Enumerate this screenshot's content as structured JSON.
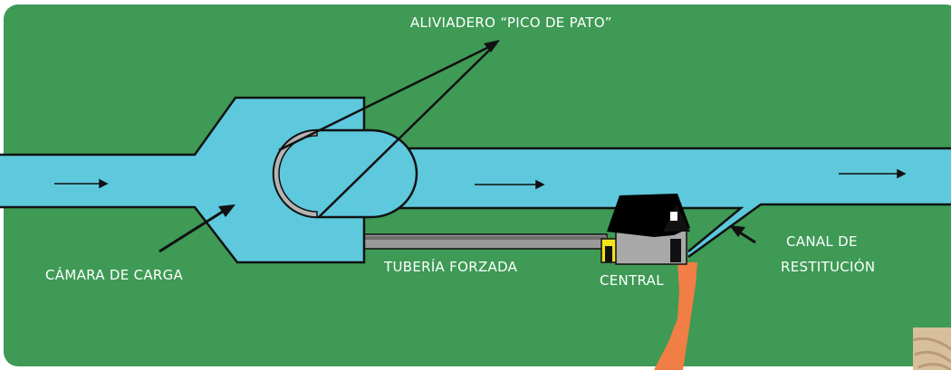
{
  "labels": {
    "spillway": "ALIVIADERO “PICO DE PATO”",
    "chamber": "CÁMARA DE CARGA",
    "penstock": "TUBERÍA FORZADA",
    "plant": "CENTRAL",
    "restitution_line1": "CANAL DE",
    "restitution_line2": "RESTITUCIÓN"
  },
  "colors": {
    "background": "#3e9a55",
    "water": "#5ec8dc",
    "outline": "#111111",
    "pipe": "#9a9a9a",
    "building": "#a9a9a9",
    "roof": "#000000",
    "annex": "#f2e21a",
    "discharge": "#f07e45",
    "label_text": "#ffffff"
  }
}
